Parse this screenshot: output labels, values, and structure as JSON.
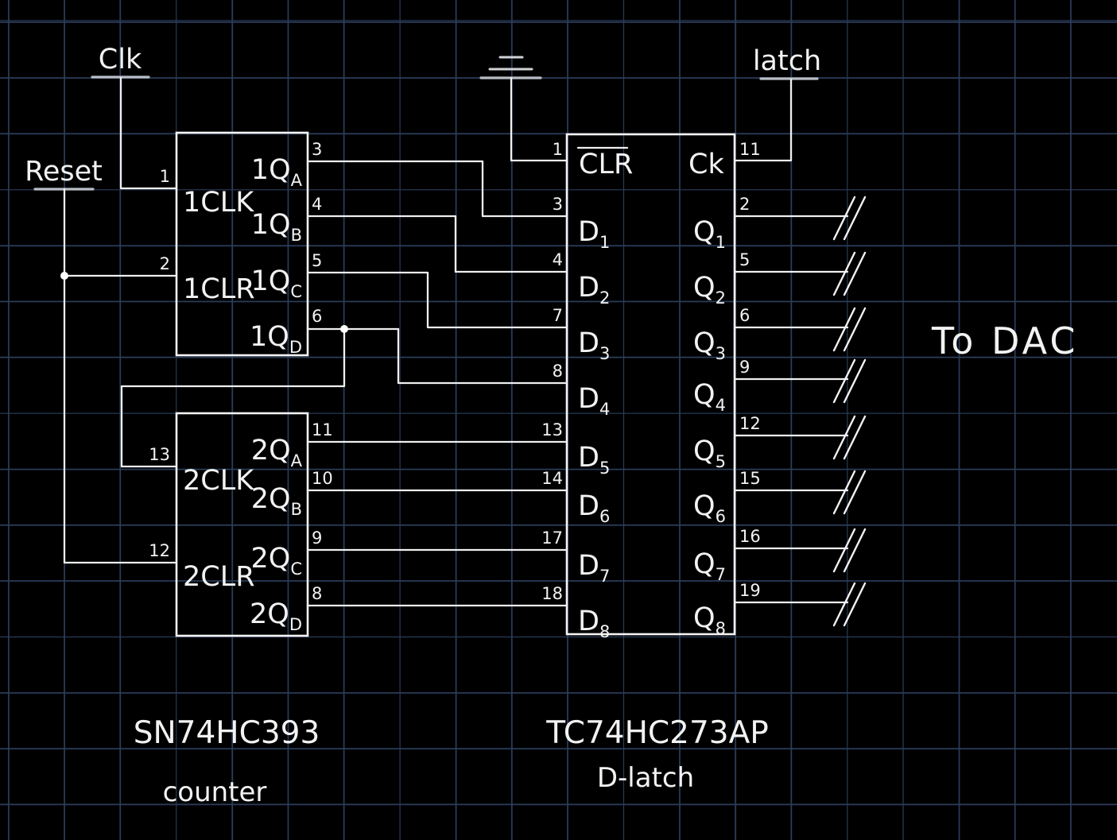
{
  "colors": {
    "background": "#000000",
    "grid_line": "#2b3b5a",
    "ink": "#f0f0f0",
    "dim_ink": "#b9bec6"
  },
  "signals": {
    "clock_label": "Clk",
    "reset_label": "Reset",
    "latch_label": "latch",
    "output_label": "To DAC"
  },
  "counter": {
    "part_number": "SN74HC393",
    "caption": "counter",
    "unit1": {
      "clk": {
        "pin": "1",
        "label": "1CLK"
      },
      "clr": {
        "pin": "2",
        "label": "1CLR"
      },
      "outputs": [
        {
          "pin": "3",
          "label": "1Q",
          "sub": "A"
        },
        {
          "pin": "4",
          "label": "1Q",
          "sub": "B"
        },
        {
          "pin": "5",
          "label": "1Q",
          "sub": "C"
        },
        {
          "pin": "6",
          "label": "1Q",
          "sub": "D"
        }
      ]
    },
    "unit2": {
      "clk": {
        "pin": "13",
        "label": "2CLK"
      },
      "clr": {
        "pin": "12",
        "label": "2CLR"
      },
      "outputs": [
        {
          "pin": "11",
          "label": "2Q",
          "sub": "A"
        },
        {
          "pin": "10",
          "label": "2Q",
          "sub": "B"
        },
        {
          "pin": "9",
          "label": "2Q",
          "sub": "C"
        },
        {
          "pin": "8",
          "label": "2Q",
          "sub": "D"
        }
      ]
    }
  },
  "dlatch": {
    "part_number": "TC74HC273AP",
    "caption": "D-latch",
    "clear": {
      "pin": "1",
      "label": "CLR",
      "overlined": true
    },
    "clock": {
      "pin": "11",
      "label": "Ck"
    },
    "rows": [
      {
        "d_pin": "3",
        "d_label": "D",
        "d_sub": "1",
        "q_pin": "2",
        "q_label": "Q",
        "q_sub": "1"
      },
      {
        "d_pin": "4",
        "d_label": "D",
        "d_sub": "2",
        "q_pin": "5",
        "q_label": "Q",
        "q_sub": "2"
      },
      {
        "d_pin": "7",
        "d_label": "D",
        "d_sub": "3",
        "q_pin": "6",
        "q_label": "Q",
        "q_sub": "3"
      },
      {
        "d_pin": "8",
        "d_label": "D",
        "d_sub": "4",
        "q_pin": "9",
        "q_label": "Q",
        "q_sub": "4"
      },
      {
        "d_pin": "13",
        "d_label": "D",
        "d_sub": "5",
        "q_pin": "12",
        "q_label": "Q",
        "q_sub": "5"
      },
      {
        "d_pin": "14",
        "d_label": "D",
        "d_sub": "6",
        "q_pin": "15",
        "q_label": "Q",
        "q_sub": "6"
      },
      {
        "d_pin": "17",
        "d_label": "D",
        "d_sub": "7",
        "q_pin": "16",
        "q_label": "Q",
        "q_sub": "7"
      },
      {
        "d_pin": "18",
        "d_label": "D",
        "d_sub": "8",
        "q_pin": "19",
        "q_label": "Q",
        "q_sub": "8"
      }
    ]
  }
}
